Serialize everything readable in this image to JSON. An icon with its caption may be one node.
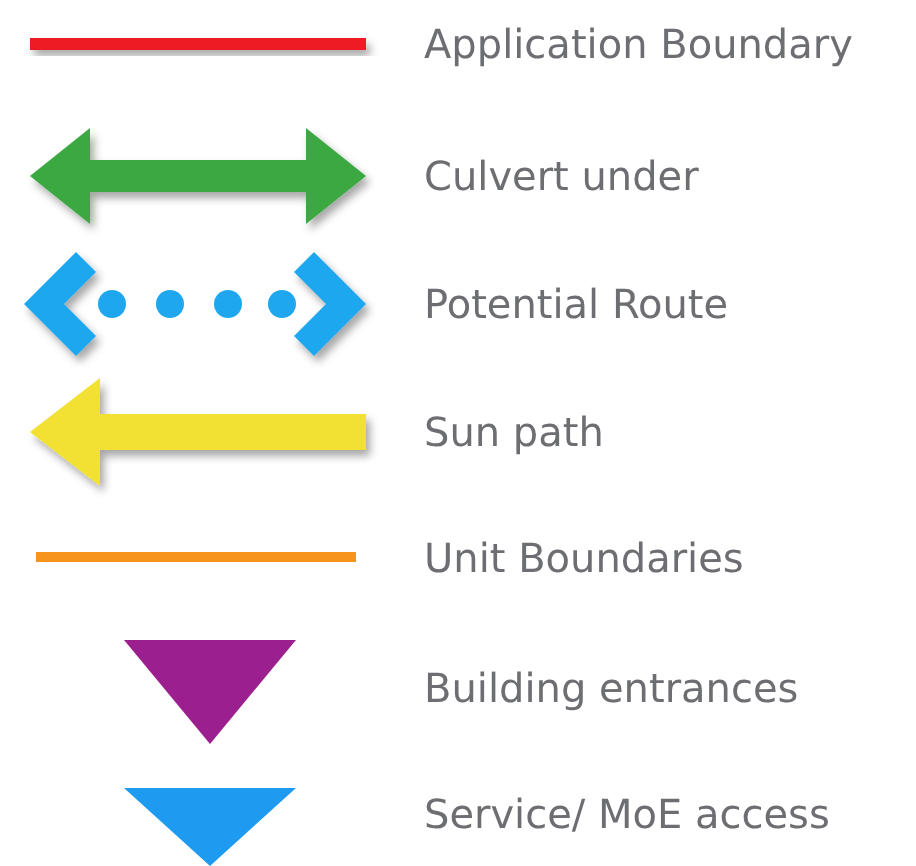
{
  "diagram": {
    "legend": [
      {
        "text": "Application Boundary"
      },
      {
        "text": "Culvert under"
      },
      {
        "text": "Potential Route"
      },
      {
        "text": "Sun path"
      },
      {
        "text": "Unit Boundaries"
      },
      {
        "text": "Building entrances"
      },
      {
        "text": "Service/ MoE access"
      }
    ]
  }
}
